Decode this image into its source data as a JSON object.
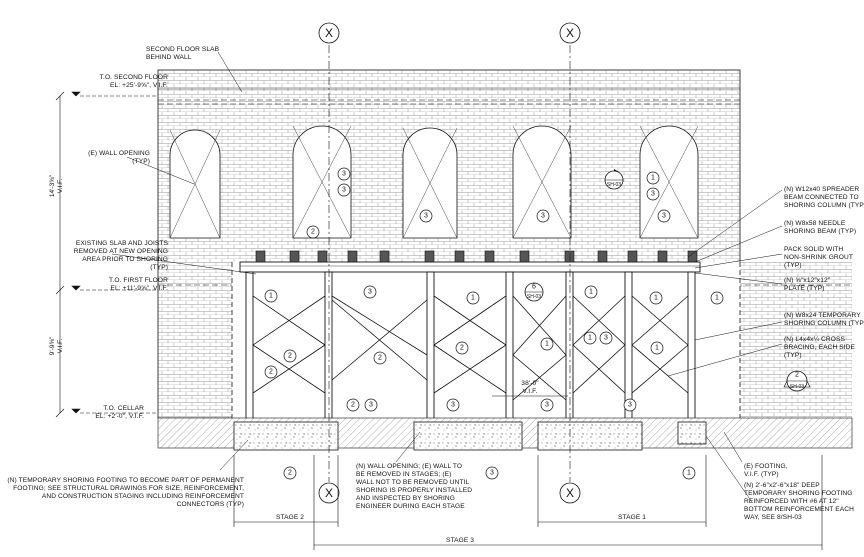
{
  "grid": {
    "left": "X",
    "right": "X"
  },
  "labels": {
    "second_floor_slab": "SECOND FLOOR SLAB\nBEHIND WALL",
    "to_second_floor": "T.O. SECOND FLOOR\nEL: +25'-9⅝\", V.I.F.",
    "wall_opening_typ": "(E) WALL OPENING\n(TYP)",
    "existing_slab": "EXISTING SLAB AND JOISTS\nREMOVED AT NEW OPENING\nAREA PRIOR TO SHORING\n(TYP)",
    "to_first_floor": "T.O. FIRST FLOOR\nEL: +11'-9⅝\", V.I.F.",
    "to_cellar": "T.O. CELLAR\nEL: +2'-0\", V.I.F.",
    "spreader_beam": "(N) W12x40 SPREADER\nBEAM CONNECTED TO\nSHORING COLUMN (TYP)",
    "needle_beam": "(N) W8x58 NEEDLE\nSHORING BEAM (TYP)",
    "pack_solid": "PACK SOLID WITH\nNON-SHRINK GROUT\n(TYP)",
    "plate": "(N) ⅝\"x12\"x12\"\nPLATE (TYP)",
    "shoring_column": "(N) W8x24 TEMPORARY\nSHORING COLUMN (TYP)",
    "cross_bracing": "(N) L4x4x¼ CROSS\nBRACING, EACH SIDE\n(TYP)",
    "e_footing": "(E) FOOTING,\nV.I.F. (TYP)",
    "deep_footing": "(N) 2'-6\"x2'-6\"x18\" DEEP\nTEMPORARY SHORING FOOTING\nREINFORCED WITH #6 AT 12\"\nBOTTOM REINFORCEMENT EACH\nWAY, SEE 8/SH-03",
    "temp_footing_note": "(N) TEMPORARY SHORING FOOTING TO BECOME PART OF PERMANENT\nFOOTING; SEE STRUCTURAL DRAWINGS FOR SIZE, REINFORCEMENT,\nAND CONSTRUCTION STAGING INCLUDING REINFORCEMENT\nCONNECTORS (TYP)",
    "wall_opening_stages": "(N) WALL OPENING; (E) WALL TO\nBE REMOVED IN STAGES; (E)\nWALL NOT TO BE REMOVED UNTIL\nSHORING IS PROPERLY INSTALLED\nAND INSPECTED BY SHORING\nENGINEER DURING EACH STAGE"
  },
  "dimensions": {
    "upper_story": "14'-3⅝\"\nV.I.F.",
    "lower_story": "9'-9⅝\"\nV.I.F.",
    "opening_width": "38'-0\"\nV.I.F.",
    "stage_1": "STAGE 1",
    "stage_2": "STAGE 2",
    "stage_3": "STAGE 3"
  },
  "section_refs": {
    "top_num": "",
    "top_sheet": "SH-03",
    "mid_num": "6",
    "mid_sheet": "SH-03",
    "right_num": "2",
    "right_sheet": "SH-03"
  },
  "keynotes": [
    "1",
    "2",
    "3"
  ]
}
